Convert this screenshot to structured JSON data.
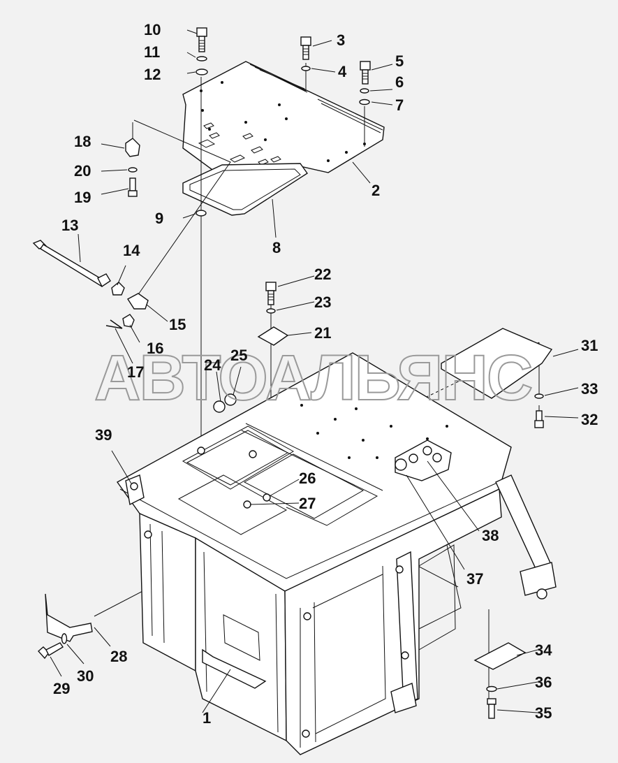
{
  "watermark": "АВТОАЛЬЯНС",
  "callouts": [
    "1",
    "2",
    "3",
    "4",
    "5",
    "6",
    "7",
    "8",
    "9",
    "10",
    "11",
    "12",
    "13",
    "14",
    "15",
    "16",
    "17",
    "18",
    "19",
    "20",
    "21",
    "22",
    "23",
    "24",
    "25",
    "26",
    "27",
    "28",
    "29",
    "30",
    "31",
    "32",
    "33",
    "34",
    "35",
    "36",
    "37",
    "38",
    "39"
  ]
}
